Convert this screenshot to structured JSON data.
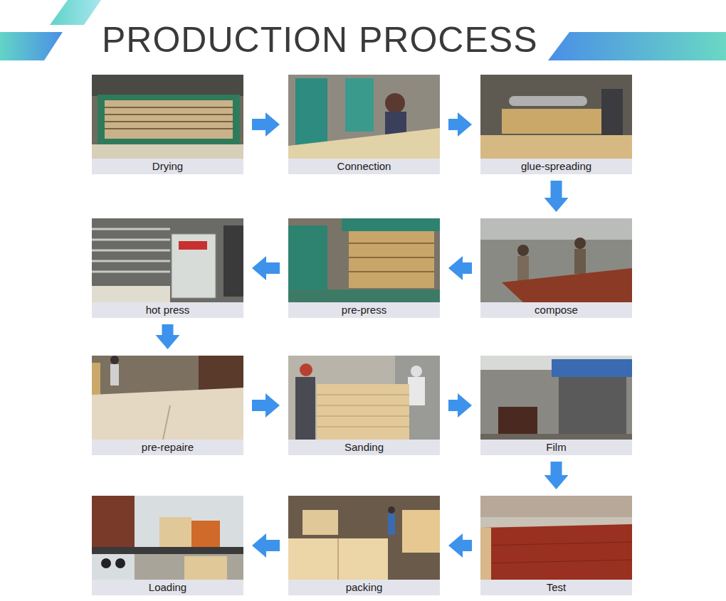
{
  "diagram": {
    "title": "PRODUCTION PROCESS",
    "nodes": [
      {
        "text": [
          "Drying"
        ]
      },
      {
        "text": [
          "Connection"
        ]
      },
      {
        "text": [
          "glue-spreading"
        ]
      },
      {
        "text": [
          "compose"
        ]
      },
      {
        "text": [
          "pre-press"
        ]
      },
      {
        "text": [
          "hot press"
        ]
      },
      {
        "text": [
          "pre-repaire"
        ]
      },
      {
        "text": [
          "Sanding"
        ]
      },
      {
        "text": [
          "Film"
        ]
      },
      {
        "text": [
          "Test"
        ]
      },
      {
        "text": [
          "packing"
        ]
      },
      {
        "text": [
          "Loading"
        ]
      }
    ],
    "edges": [
      {
        "from": 0,
        "to": 1,
        "arrow": "to"
      },
      {
        "from": 1,
        "to": 2,
        "arrow": "to"
      },
      {
        "from": 2,
        "to": 3,
        "arrow": "to"
      },
      {
        "from": 3,
        "to": 4,
        "arrow": "to"
      },
      {
        "from": 4,
        "to": 5,
        "arrow": "to"
      },
      {
        "from": 5,
        "to": 6,
        "arrow": "to"
      },
      {
        "from": 6,
        "to": 7,
        "arrow": "to"
      },
      {
        "from": 7,
        "to": 8,
        "arrow": "to"
      },
      {
        "from": 8,
        "to": 9,
        "arrow": "to"
      },
      {
        "from": 9,
        "to": 10,
        "arrow": "to"
      },
      {
        "from": 10,
        "to": 11,
        "arrow": "to"
      }
    ]
  }
}
